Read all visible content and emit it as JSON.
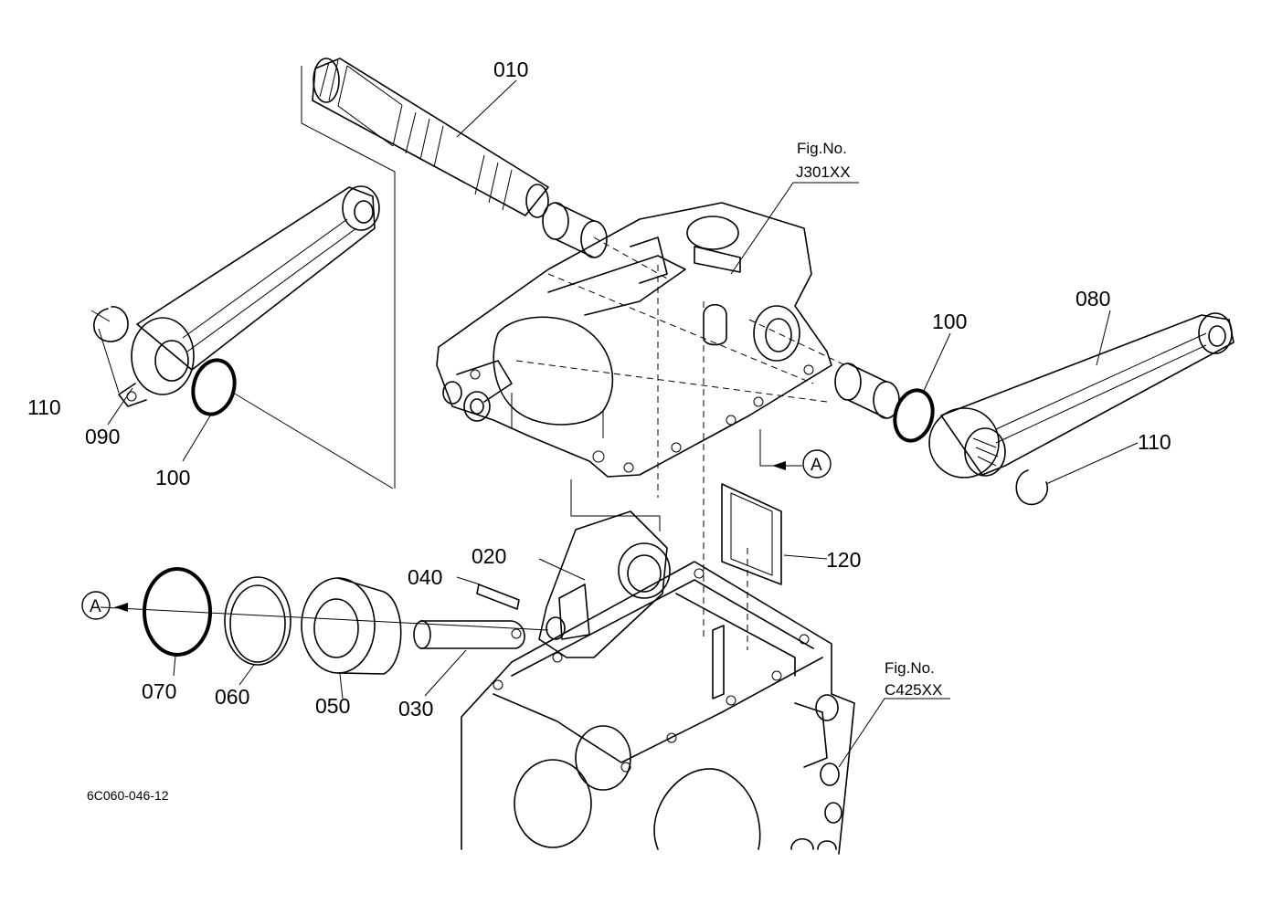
{
  "parts": {
    "p010": "010",
    "p020": "020",
    "p030": "030",
    "p040": "040",
    "p050": "050",
    "p060": "060",
    "p070": "070",
    "p080": "080",
    "p090": "090",
    "p100_left": "100",
    "p100_right": "100",
    "p110_left": "110",
    "p110_right": "110",
    "p120": "120"
  },
  "references": {
    "top_fig_label": "Fig.No.",
    "top_fig_code": "J301XX",
    "bottom_fig_label": "Fig.No.",
    "bottom_fig_code": "C425XX"
  },
  "markers": {
    "a_right": "A",
    "a_left": "A"
  },
  "drawing_code": "6C060-046-12"
}
